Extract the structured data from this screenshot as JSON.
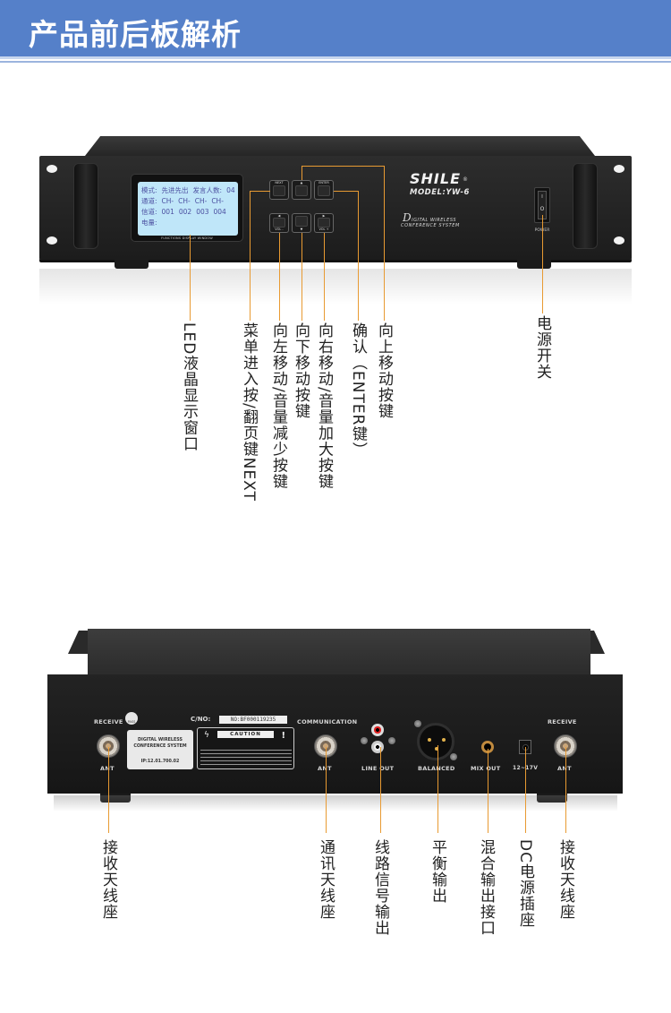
{
  "header": {
    "title": "产品前后板解析",
    "color": "#5580c9"
  },
  "front_panel": {
    "lcd": {
      "rows": [
        [
          "模式:",
          "先进先出",
          "发言人数:",
          "04"
        ],
        [
          "通道:",
          "CH-",
          "CH-",
          "CH-",
          "CH-"
        ],
        [
          "信道:",
          "001",
          "002",
          "003",
          "004"
        ],
        [
          "电量:"
        ]
      ],
      "caption": "FUNCTIONS DISPLAY WINDOW"
    },
    "buttons": {
      "next": "NEXT",
      "up": "▲",
      "enter": "ENTER",
      "left": "◀",
      "left_sub": "VOL -",
      "down": "▼",
      "right": "▶",
      "right_sub": "VOL +"
    },
    "brand": "SHILE",
    "brand_mark": "®",
    "model": "MODEL:YW-6",
    "subtitle_line1_initial": "D",
    "subtitle_line1": "IGITAL   WIRELESS",
    "subtitle_line2": "CONFERENCE   SYSTEM",
    "power": {
      "on": "I",
      "off": "O",
      "label": "POWER"
    }
  },
  "front_annotations": [
    {
      "id": "lcd",
      "text": "LED液晶显示窗口"
    },
    {
      "id": "next",
      "text": "菜单进入按/翻页键NEXT"
    },
    {
      "id": "left",
      "text": "向左移动/音量减少按键"
    },
    {
      "id": "down",
      "text": "向下移动按键"
    },
    {
      "id": "right",
      "text": "向右移动/音量加大按键"
    },
    {
      "id": "enter",
      "text": "确认（ENTER键）"
    },
    {
      "id": "up",
      "text": "向上移动按键"
    },
    {
      "id": "power",
      "text": "电源开关"
    }
  ],
  "back_panel": {
    "receive_left": {
      "top": "RECEIVE",
      "bottom": "ANT"
    },
    "pass_badge": "PASS",
    "info_card": {
      "line1": "DIGITAL WIRELESS",
      "line2": "CONFERENCE SYSTEM",
      "line3": "IP:12.01.700.02"
    },
    "cno_label": "C/NO:",
    "cno_value": "NO:BF000119235",
    "caution": {
      "title": "CAUTION",
      "bolt": "ϟ",
      "excl": "!"
    },
    "communication": {
      "top": "COMMUNICATION",
      "bottom": "ANT"
    },
    "line_out": "LINE OUT",
    "balanced": "BALANCED",
    "mix_out": "MIX OUT",
    "dc": "12~17V",
    "receive_right": {
      "top": "RECEIVE",
      "bottom": "ANT"
    }
  },
  "back_annotations": [
    {
      "id": "receive-left",
      "text": "接收天线座"
    },
    {
      "id": "communication",
      "text": "通讯天线座"
    },
    {
      "id": "line-out",
      "text": "线路信号输出"
    },
    {
      "id": "balanced",
      "text": "平衡输出"
    },
    {
      "id": "mix-out",
      "text": "混合输出接口"
    },
    {
      "id": "dc",
      "text": "DC电源插座"
    },
    {
      "id": "receive-right",
      "text": "接收天线座"
    }
  ],
  "colors": {
    "leader_line": "#e89a32",
    "lcd_bg": "#bfe6f9",
    "lcd_text": "#4b4fa0"
  }
}
